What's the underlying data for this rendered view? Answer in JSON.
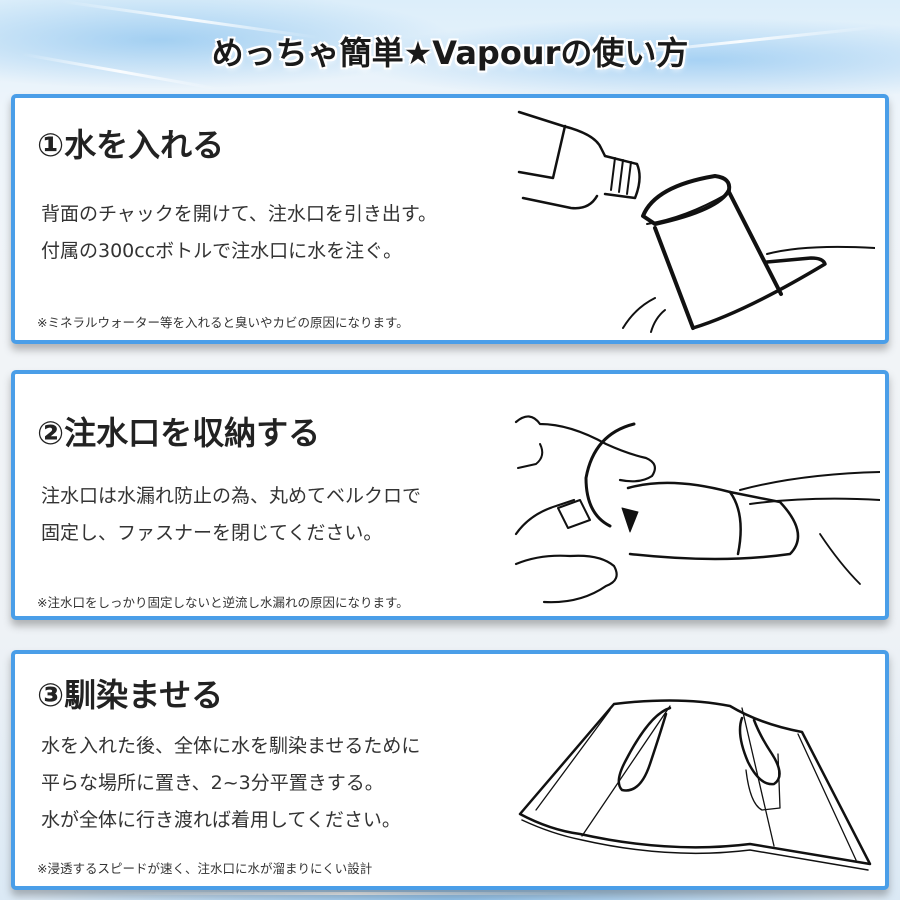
{
  "header": {
    "title": "めっちゃ簡単★Vapourの使い方"
  },
  "steps": [
    {
      "title": "①水を入れる",
      "lines": [
        "背面のチャックを開けて、注水口を引き出す。",
        "付属の300ccボトルで注水口に水を注ぐ。"
      ],
      "note": "※ミネラルウォーター等を入れると臭いやカビの原因になります。",
      "illustration": "bottle-pouring-into-spout-illustration"
    },
    {
      "title": "②注水口を収納する",
      "lines": [
        "注水口は水漏れ防止の為、丸めてベルクロで",
        "固定し、ファスナーを閉じてください。"
      ],
      "note": "※注水口をしっかり固定しないと逆流し水漏れの原因になります。",
      "illustration": "hand-rolling-spout-illustration"
    },
    {
      "title": "③馴染ませる",
      "lines": [
        "水を入れた後、全体に水を馴染ませるために",
        "平らな場所に置き、2~3分平置きする。",
        "水が全体に行き渡れば着用してください。"
      ],
      "note": "※浸透するスピードが速く、注水口に水が溜まりにくい設計",
      "illustration": "vest-laid-flat-illustration"
    }
  ],
  "colors": {
    "panel_border": "#4a9ee8",
    "background": "#eef3f8",
    "text": "#222222"
  }
}
